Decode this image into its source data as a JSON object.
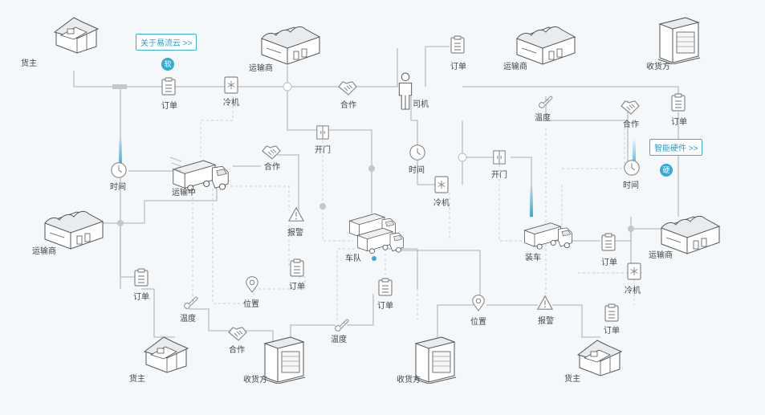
{
  "labels": {
    "shipper": "货主",
    "carrier": "运输商",
    "order": "订单",
    "cold": "冷机",
    "collab": "合作",
    "driver": "司机",
    "receiver": "收货方",
    "time": "时间",
    "in_transit": "运输中",
    "open_door": "开门",
    "temperature": "温度",
    "alarm": "报警",
    "fleet": "车队",
    "loading": "装车",
    "position": "位置"
  },
  "callouts": {
    "about": "关于易流云 >>",
    "about_badge": "软",
    "hardware": "智能硬件 >>",
    "hardware_badge": "硬"
  },
  "colors": {
    "accent": "#37a9d7",
    "line": "#b9bec3"
  }
}
